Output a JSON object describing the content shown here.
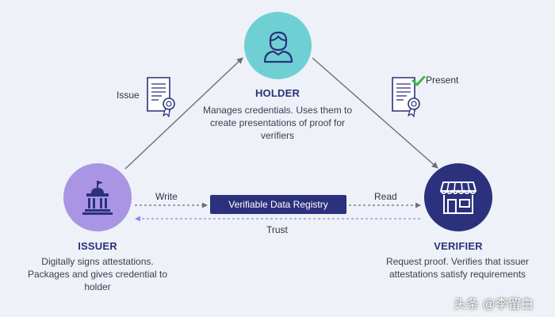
{
  "nodes": {
    "holder": {
      "title": "HOLDER",
      "description": "Manages credentials. Uses them to create presentations of proof for verifiers",
      "color": "#6fd0d4",
      "icon": "person-icon"
    },
    "issuer": {
      "title": "ISSUER",
      "description": "Digitally signs attestations. Packages and gives credential to holder",
      "color": "#a995e4",
      "icon": "government-building-icon"
    },
    "verifier": {
      "title": "VERIFIER",
      "description": "Request proof. Verifies that issuer attestations satisfy requirements",
      "color": "#2b317c",
      "icon": "storefront-icon"
    }
  },
  "registry": {
    "label": "Verifiable Data Registry",
    "color": "#2b317c"
  },
  "edges": {
    "issue": "Issue",
    "present": "Present",
    "write": "Write",
    "read": "Read",
    "trust": "Trust"
  },
  "icons": {
    "issue_document": "certificate-document-icon",
    "present_document": "certificate-check-document-icon"
  },
  "colors": {
    "accent_dark": "#2b317c",
    "trust_line": "#8f8de0",
    "check": "#3fb74a",
    "background": "#eef1f7"
  },
  "watermark": "头条 @李留白"
}
